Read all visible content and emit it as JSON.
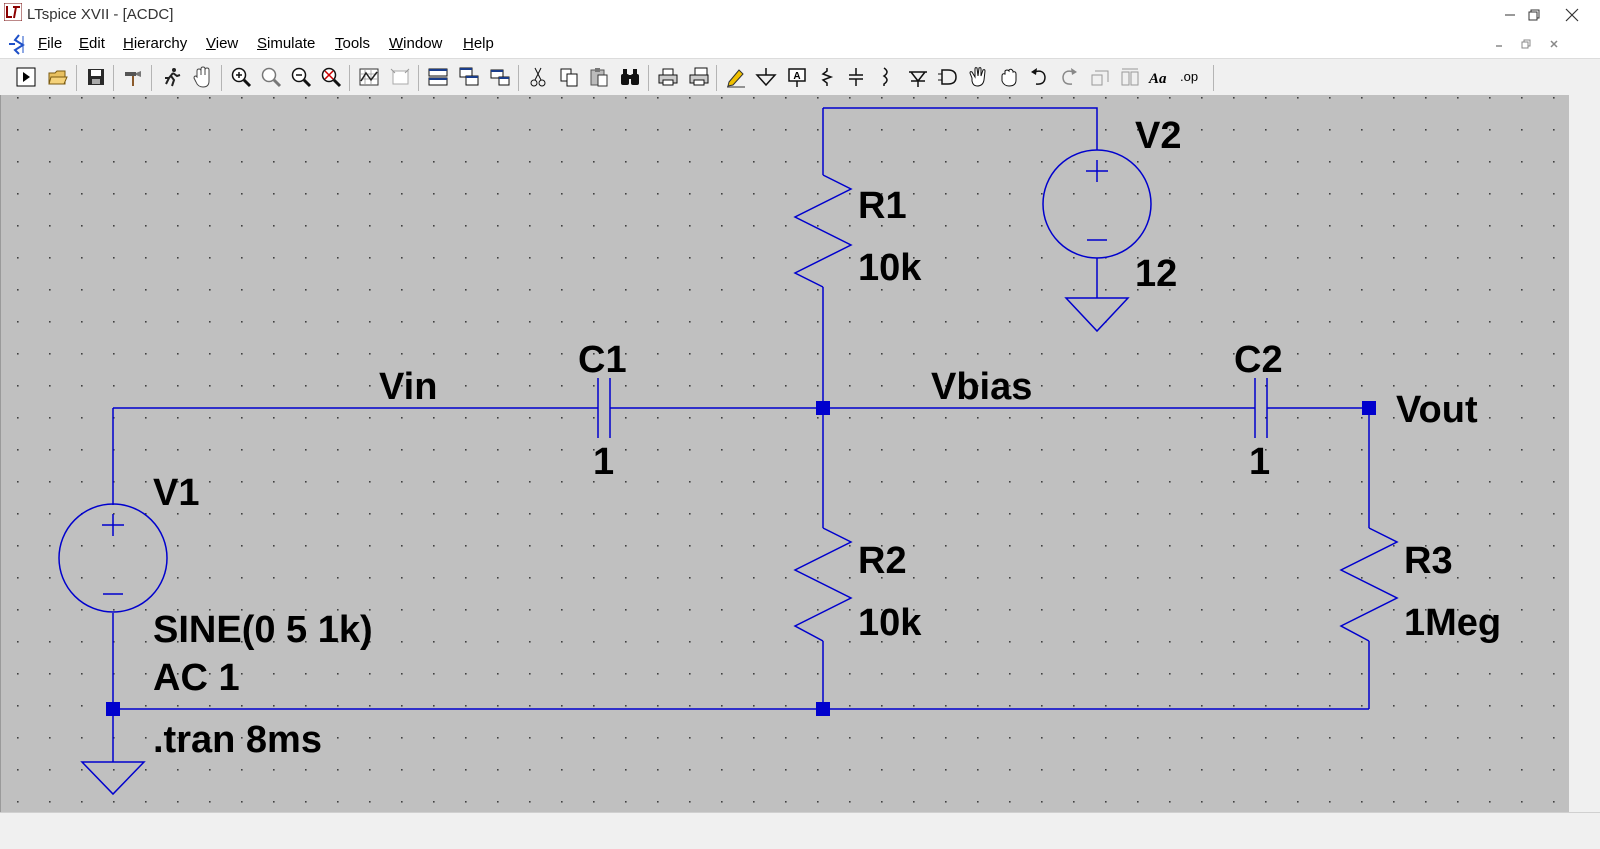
{
  "window": {
    "title": "LTspice XVII - [ACDC]",
    "controls": [
      "minimize",
      "maximize",
      "close"
    ]
  },
  "menu": {
    "items": [
      "File",
      "Edit",
      "Hierarchy",
      "View",
      "Simulate",
      "Tools",
      "Window",
      "Help"
    ],
    "mdi_controls": [
      "minimize",
      "restore",
      "close"
    ]
  },
  "toolbar": {
    "buttons": [
      "run",
      "open",
      "save",
      "control-panel",
      "halt",
      "pan",
      "zoom-in",
      "zoom-to-fit",
      "zoom-out",
      "zoom-cancel",
      "view-plot",
      "autoscale",
      "tile-horizontal",
      "cascade",
      "tile-vertical",
      "cut",
      "copy",
      "paste",
      "find",
      "print",
      "print-preview",
      "draw-wire",
      "ground",
      "label-net",
      "resistor",
      "capacitor",
      "inductor",
      "diode",
      "component",
      "move",
      "drag",
      "undo",
      "redo",
      "rotate",
      "mirror",
      "text",
      "spice-directive"
    ],
    "spice_directive_label": ".op",
    "text_label": "Aa"
  },
  "schematic": {
    "wire_color": "#0000cd",
    "background_color": "#c0c0c0",
    "components": {
      "V1": {
        "name": "V1",
        "value_line1": "SINE(0 5 1k)",
        "value_line2": "AC 1"
      },
      "V2": {
        "name": "V2",
        "value": "12"
      },
      "R1": {
        "name": "R1",
        "value": "10k"
      },
      "R2": {
        "name": "R2",
        "value": "10k"
      },
      "R3": {
        "name": "R3",
        "value": "1Meg"
      },
      "C1": {
        "name": "C1",
        "value": "1"
      },
      "C2": {
        "name": "C2",
        "value": "1"
      }
    },
    "nets": {
      "vin": "Vin",
      "vbias": "Vbias",
      "vout": "Vout"
    },
    "directive": ".tran 8ms"
  }
}
